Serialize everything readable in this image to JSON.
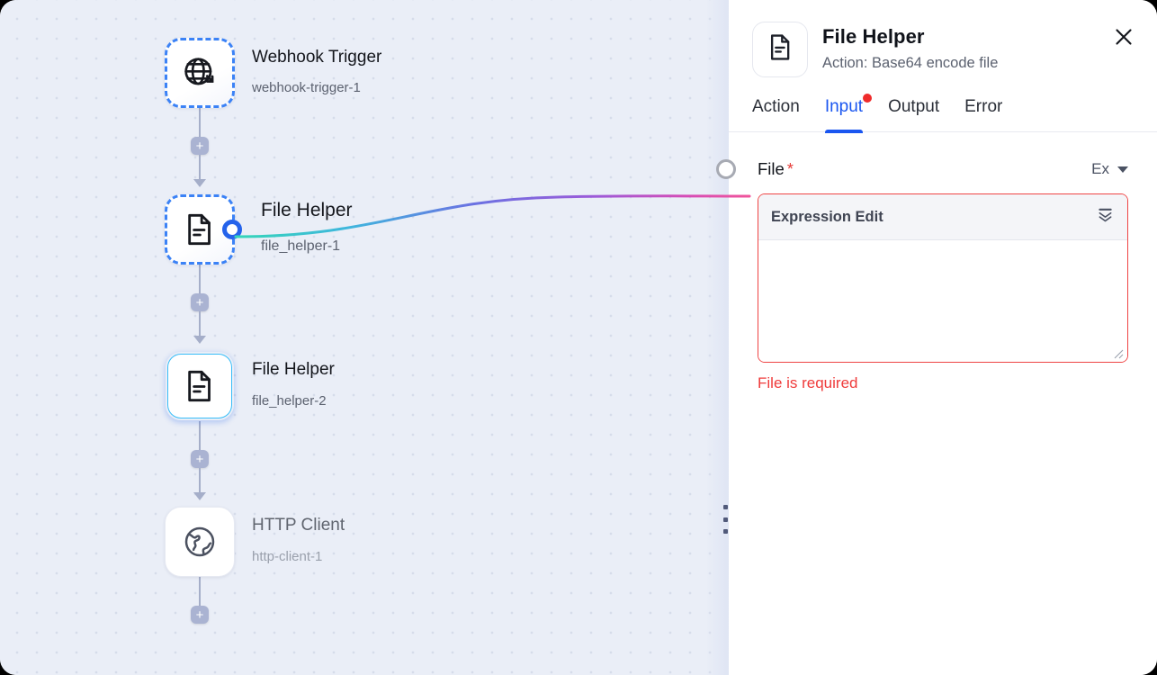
{
  "canvas": {
    "nodes": [
      {
        "id": "n1",
        "icon": "globe-arrow-icon",
        "title": "Webhook Trigger",
        "subtitle": "webhook-trigger-1",
        "state": "dashed-selected"
      },
      {
        "id": "n2",
        "icon": "file-document-icon",
        "title": "File Helper",
        "subtitle": "file_helper-1",
        "state": "dashed-selected-linked"
      },
      {
        "id": "n3",
        "icon": "file-document-icon",
        "title": "File Helper",
        "subtitle": "file_helper-2",
        "state": "selected"
      },
      {
        "id": "n4",
        "icon": "globe-icon",
        "title": "HTTP Client",
        "subtitle": "http-client-1",
        "state": "dimmed"
      }
    ],
    "add_button_label": "+",
    "connector_color": "#a5aec9",
    "edge_gradient": [
      "#34d6b8",
      "#3aa6e0",
      "#7b5fe0",
      "#c44ad0",
      "#f0549b"
    ]
  },
  "panel": {
    "icon": "file-document-icon",
    "title": "File Helper",
    "subtitle": "Action: Base64 encode file",
    "close_icon": "close-icon",
    "tabs": [
      {
        "label": "Action",
        "active": false,
        "badge": false
      },
      {
        "label": "Input",
        "active": true,
        "badge": true
      },
      {
        "label": "Output",
        "active": false,
        "badge": false
      },
      {
        "label": "Error",
        "active": false,
        "badge": false
      }
    ],
    "accent_color": "#1a56f0",
    "badge_color": "#ef2b2b",
    "field": {
      "label": "File",
      "required_marker": "*",
      "mode_select": "Ex",
      "mode_caret_icon": "chevron-down-icon",
      "port_icon": "input-port-icon",
      "editor_header": "Expression Edit",
      "editor_collapse_icon": "collapse-all-icon",
      "editor_value": "",
      "editor_placeholder": "",
      "error": "File is required",
      "error_color": "#ef3b3b"
    }
  },
  "split_handle": {
    "icon": "drag-handle-icon"
  }
}
